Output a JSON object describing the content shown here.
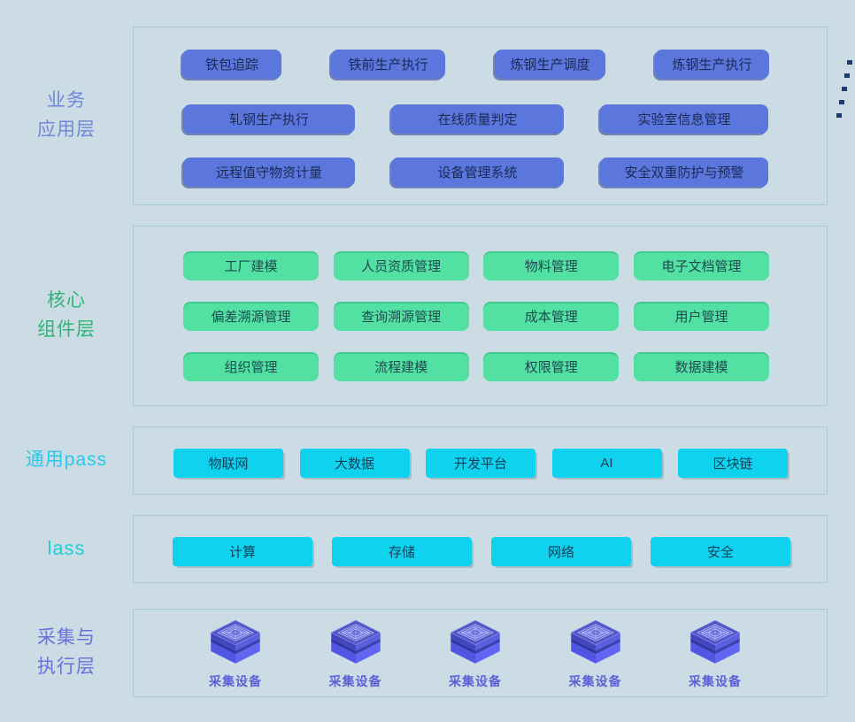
{
  "theme": {
    "bg": "#ccdce4",
    "panel-border": "#a9cbd8",
    "blue-btn": "#5b76dd",
    "blue-btn-text": "#1b2b55",
    "blue-label": "#6f87dc",
    "green-btn": "#53e1a3",
    "green-btn-text": "#1d4b50",
    "green-label": "#2fb578",
    "cyan-btn": "#0fd3ee",
    "cyan-btn-text": "#14405c",
    "cyan-label": "#29c8e8",
    "teal-label": "#1fd0d6",
    "purple-label": "#6b71da",
    "cube-label": "#5b60d8",
    "decor-square": "#1e3b70"
  },
  "layers": [
    {
      "label": [
        "业务",
        "应用层"
      ],
      "rows": [
        [
          "铁包追踪",
          "铁前生产执行",
          "炼钢生产调度",
          "炼钢生产执行"
        ],
        [
          "轧钢生产执行",
          "在线质量判定",
          "实验室信息管理"
        ],
        [
          "远程值守物资计量",
          "设备管理系统",
          "安全双重防护与预警"
        ]
      ]
    },
    {
      "label": [
        "核心",
        "组件层"
      ],
      "rows": [
        [
          "工厂建模",
          "人员资质管理",
          "物料管理",
          "电子文档管理"
        ],
        [
          "偏差溯源管理",
          "查询溯源管理",
          "成本管理",
          "用户管理"
        ],
        [
          "组织管理",
          "流程建模",
          "权限管理",
          "数据建模"
        ]
      ]
    },
    {
      "label": [
        "通用pass"
      ],
      "rows": [
        [
          "物联网",
          "大数据",
          "开发平台",
          "AI",
          "区块链"
        ]
      ]
    },
    {
      "label": [
        "lass"
      ],
      "rows": [
        [
          "计算",
          "存储",
          "网络",
          "安全"
        ]
      ]
    },
    {
      "label": [
        "采集与",
        "执行层"
      ],
      "items": [
        "采集设备",
        "采集设备",
        "采集设备",
        "采集设备",
        "采集设备"
      ]
    }
  ]
}
